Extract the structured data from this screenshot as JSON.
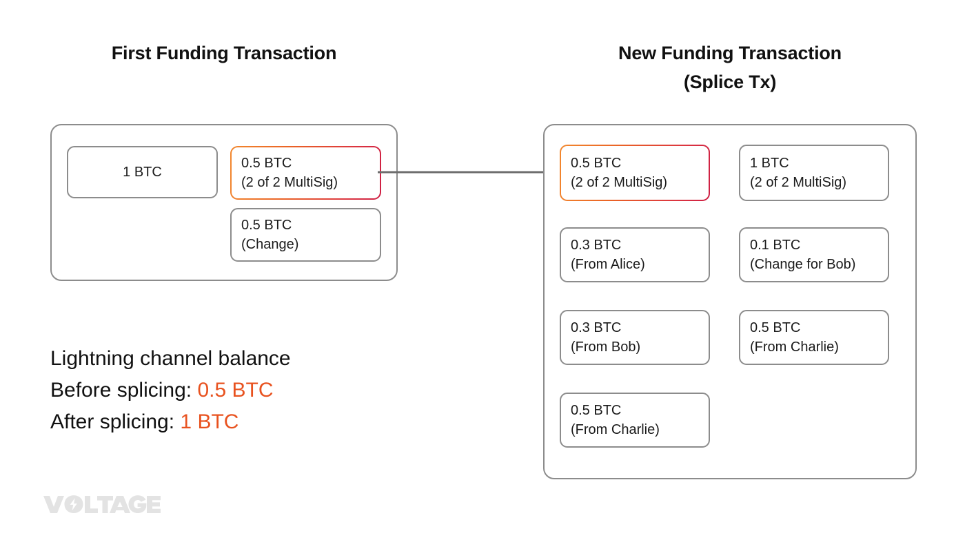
{
  "panels": {
    "left": {
      "title": "First Funding Transaction",
      "inputs": [
        {
          "amount": "1 BTC",
          "label": ""
        }
      ],
      "outputs": [
        {
          "amount": "0.5 BTC",
          "label": "(2 of 2 MultiSig)",
          "highlighted": true
        },
        {
          "amount": "0.5 BTC",
          "label": "(Change)",
          "highlighted": false
        }
      ]
    },
    "right": {
      "title": "New Funding Transaction\n(Splice Tx)",
      "inputs": [
        {
          "amount": "0.5 BTC",
          "label": "(2 of 2 MultiSig)",
          "highlighted": true
        },
        {
          "amount": "0.3 BTC",
          "label": "(From Alice)",
          "highlighted": false
        },
        {
          "amount": "0.3 BTC",
          "label": "(From Bob)",
          "highlighted": false
        },
        {
          "amount": "0.5 BTC",
          "label": "(From Charlie)",
          "highlighted": false
        }
      ],
      "outputs": [
        {
          "amount": "1 BTC",
          "label": "(2 of 2 MultiSig)",
          "highlighted": false
        },
        {
          "amount": "0.1 BTC",
          "label": "(Change for Bob)",
          "highlighted": false
        },
        {
          "amount": "0.5 BTC",
          "label": "(From Charlie)",
          "highlighted": false
        }
      ]
    }
  },
  "connector": {
    "icon": "arrow-right-icon",
    "color": "#6e6e6e"
  },
  "balance": {
    "heading": "Lightning channel balance",
    "before_label": "Before splicing:",
    "before_value": "0.5 BTC",
    "after_label": "After splicing:",
    "after_value": "1 BTC"
  },
  "logo": {
    "text": "V⚡LTAGE",
    "wordmark": "VOLTAGE",
    "color": "#e3e3e3"
  },
  "colors": {
    "accent_orange": "#E8521F",
    "gradient_start": "#F2882E",
    "gradient_end": "#CE1F44",
    "border_gray": "#8c8c8c",
    "text_dark": "#1a1a1a",
    "background": "#ffffff"
  }
}
